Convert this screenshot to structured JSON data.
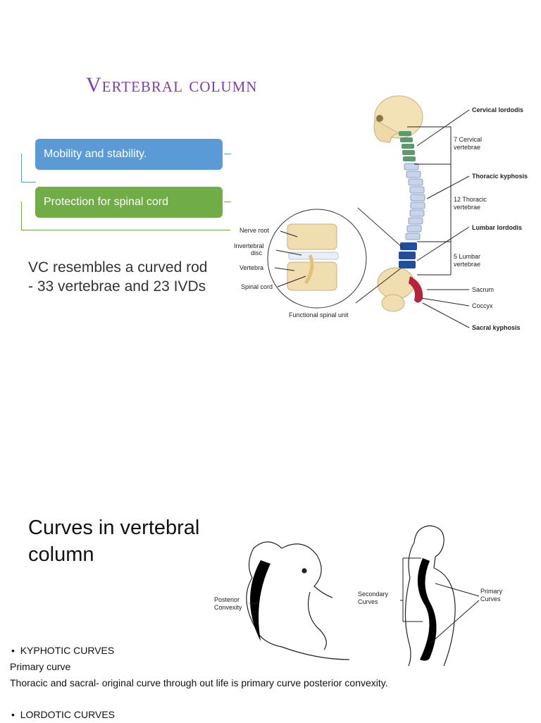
{
  "slide1": {
    "title": "Vertebral column",
    "boxes": [
      {
        "label": "Mobility and stability."
      },
      {
        "label": "Protection for spinal cord"
      }
    ],
    "description": [
      "VC resembles a curved rod",
      "- 33 vertebrae and 23 IVDs"
    ],
    "figure": {
      "right_labels": {
        "cervical_lordosis": "Cervical lordodis",
        "cervical_vertebrae": [
          "7 Cervical",
          "vertebrae"
        ],
        "thoracic_kyphosis": "Thoracic kyphosis",
        "thoracic_vertebrae": [
          "12 Thoracic",
          "vertebrae"
        ],
        "lumbar_lordosis": "Lumbar lordodis",
        "lumbar_vertebrae": [
          "5 Lumbar",
          "vertebrae"
        ],
        "sacrum": "Sacrum",
        "coccyx": "Coccyx",
        "sacral_kyphosis": "Sacral kyphosis"
      },
      "inset_labels": {
        "nerve_root": "Nerve root",
        "intervertebral_disc": [
          "Invertebral",
          "disc"
        ],
        "vertebra": "Vertebra",
        "spinal_cord": "Spinal cord",
        "caption": "Functional spinal unit"
      },
      "colors": {
        "cervical": "#5a9a6e",
        "thoracic": "#c8d4ea",
        "lumbar": "#1f4ea0",
        "sacrum": "#b8223a",
        "bone": "#f0ddb0"
      }
    }
  },
  "slide2": {
    "title": [
      "Curves in vertebral",
      "column"
    ],
    "figure": {
      "posterior_convexity": [
        "Posterior",
        "Convexity"
      ],
      "secondary_curves": [
        "Secondary",
        "Curves"
      ],
      "primary_curves": [
        "Primary",
        "Curves"
      ]
    },
    "notes": {
      "kyphotic_heading": "KYPHOTIC CURVES",
      "primary_curve": "Primary curve",
      "thoracic_sacral": "Thoracic and sacral- original curve through out life is primary curve posterior convexity.",
      "lordotic_heading": "LORDOTIC CURVES"
    }
  }
}
